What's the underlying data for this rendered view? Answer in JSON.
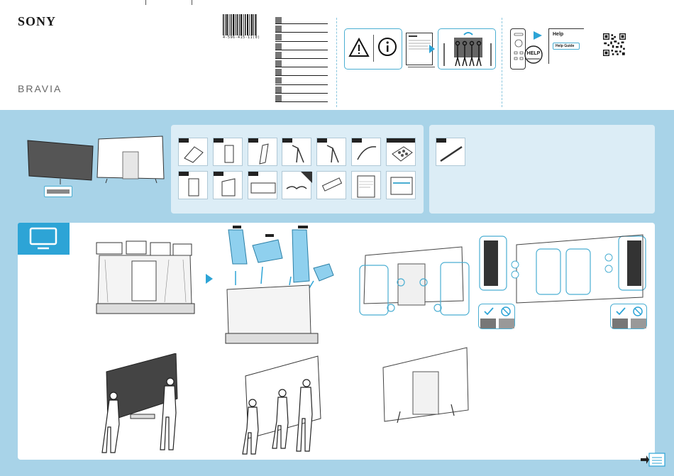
{
  "header": {
    "brand": "SONY",
    "product_line": "BRAVIA",
    "barcode_number": "4-596-415-11(0)"
  },
  "help": {
    "title": "Help",
    "guide_button": "Help Guide",
    "remote_button": "HELP"
  },
  "colors": {
    "accent": "#2da4d6",
    "band": "#a8d3e8",
    "panel": "#dcedf6",
    "outline": "#4aaed2"
  },
  "icons": [
    "warning-icon",
    "info-icon",
    "tv-icon",
    "check-icon",
    "prohibited-icon",
    "manual-icon"
  ]
}
